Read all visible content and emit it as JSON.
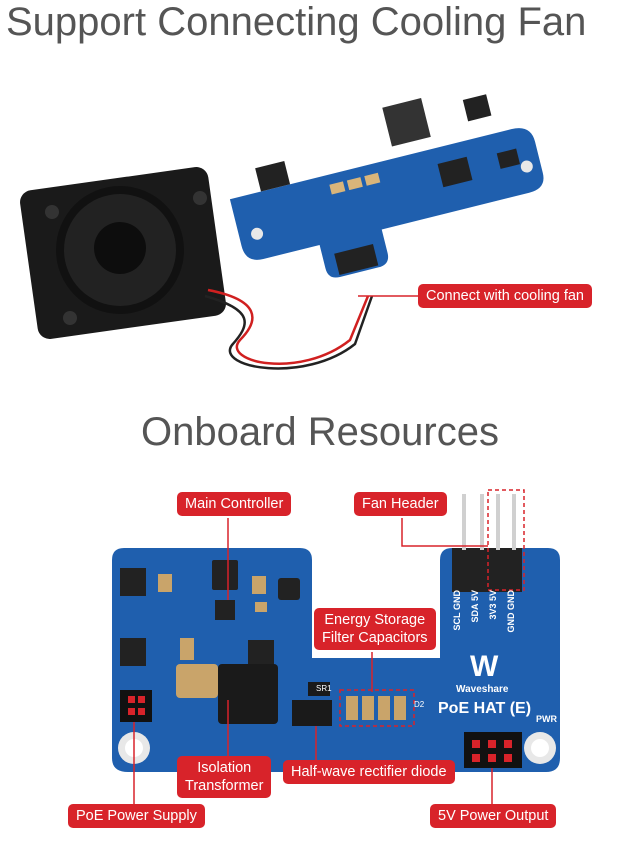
{
  "headings": {
    "top": "Support Connecting Cooling Fan",
    "middle": "Onboard Resources"
  },
  "callouts": {
    "cooling_fan": "Connect with cooling fan",
    "main_controller": "Main Controller",
    "fan_header": "Fan Header",
    "energy_storage": "Energy Storage\nFilter Capacitors",
    "isolation": "Isolation\nTransformer",
    "rectifier": "Half-wave rectifier diode",
    "poe_supply": "PoE Power Supply",
    "power_output": "5V Power Output"
  },
  "board": {
    "brand": "Waveshare",
    "model": "PoE HAT (E)",
    "pwr": "PWR",
    "pins_left": [
      "SCL",
      "GND"
    ],
    "pins_mid": [
      "SDA",
      "5V"
    ],
    "pins_right": [
      "3V3",
      "5V"
    ],
    "pins_gnd": [
      "GND",
      "GND"
    ],
    "silk_sr1": "SR1",
    "silk_d2": "D2"
  },
  "colors": {
    "pcb": "#1f5fae",
    "callout": "#d8232a",
    "heading": "#555555"
  }
}
